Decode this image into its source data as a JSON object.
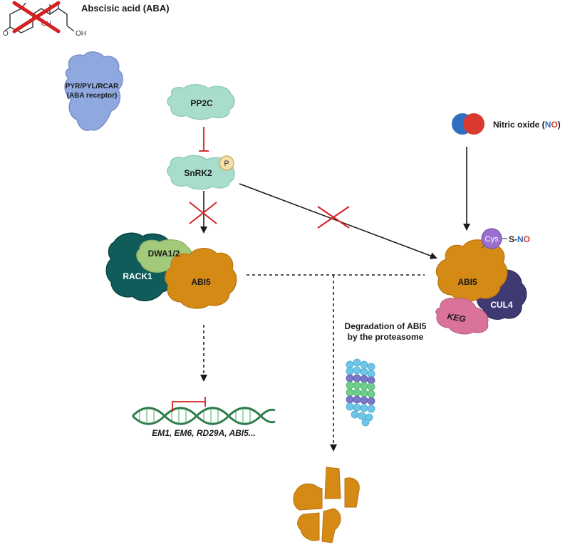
{
  "aba": {
    "title": "Abscisic acid (ABA)",
    "atom_o": "O",
    "atom_oh": "OH",
    "atom_oh2": "OH"
  },
  "receptor": {
    "line1": "PYR/PYL/RCAR",
    "line2": "(ABA receptor)"
  },
  "pp2c": {
    "label": "PP2C"
  },
  "snrk2": {
    "label": "SnRK2",
    "phospho": "P"
  },
  "complex_left": {
    "dwa": "DWA1/2",
    "rack1": "RACK1",
    "abi5": "ABI5"
  },
  "genes": {
    "label": "EM1, EM6, RD29A, ABI5..."
  },
  "no": {
    "label_prefix": "Nitric oxide (",
    "label_n": "N",
    "label_o": "O",
    "label_suffix": ")"
  },
  "complex_right": {
    "cys": "Cys",
    "s_dash": "S-",
    "s_n": "N",
    "s_o": "O",
    "abi5": "ABI5",
    "cul4": "CUL4",
    "keg": "KEG"
  },
  "proteasome": {
    "line1": "Degradation of ABI5",
    "line2": "by the proteasome"
  },
  "colors": {
    "receptor": "#8fa9e0",
    "pp2c": "#a8dccb",
    "rack1": "#0f5c5a",
    "dwa": "#a3c97a",
    "abi5": "#d48a14",
    "cul4": "#3f3a72",
    "keg": "#d9739a",
    "cys": "#9b6fd0",
    "no_blue": "#2f6fc0",
    "no_red": "#d93a30",
    "inhibit": "#d42020",
    "arrow": "#1a1a1a"
  }
}
